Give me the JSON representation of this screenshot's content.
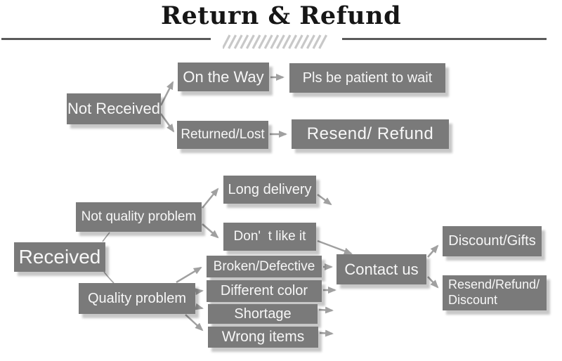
{
  "header": {
    "title": "Return & Refund"
  },
  "colors": {
    "box_gray": "#7a7a7a",
    "box_text": "#f7f7f7",
    "arrow_gray": "#a0a0a0",
    "divider_gray": "#5a5a5a",
    "hatch_gray": "#c8c8c8",
    "title_black": "#161616"
  },
  "flowchart": {
    "nodes": {
      "not_received": {
        "label": "Not Received"
      },
      "on_the_way": {
        "label": "On the Way"
      },
      "pls_wait": {
        "label": "Pls be patient to wait"
      },
      "returned_lost": {
        "label": "Returned/Lost"
      },
      "resend_refund": {
        "label": "Resend/ Refund"
      },
      "received": {
        "label": "Received"
      },
      "not_quality_problem": {
        "label": "Not quality problem"
      },
      "long_delivery": {
        "label": "Long delivery"
      },
      "dont_like_it": {
        "label": "Don'  t like it"
      },
      "quality_problem": {
        "label": "Quality problem"
      },
      "broken_defective": {
        "label": "Broken/Defective"
      },
      "different_color": {
        "label": "Different color"
      },
      "shortage": {
        "label": "Shortage"
      },
      "wrong_items": {
        "label": "Wrong items"
      },
      "contact_us": {
        "label": "Contact us"
      },
      "discount_gifts": {
        "label": "Discount/Gifts"
      },
      "resend_refund_discount": {
        "label": "Resend/Refund/ Discount"
      }
    },
    "edges": [
      {
        "from": "not_received",
        "to": "on_the_way"
      },
      {
        "from": "not_received",
        "to": "returned_lost"
      },
      {
        "from": "on_the_way",
        "to": "pls_wait"
      },
      {
        "from": "returned_lost",
        "to": "resend_refund"
      },
      {
        "from": "received",
        "to": "not_quality_problem"
      },
      {
        "from": "received",
        "to": "quality_problem"
      },
      {
        "from": "not_quality_problem",
        "to": "long_delivery"
      },
      {
        "from": "not_quality_problem",
        "to": "dont_like_it"
      },
      {
        "from": "long_delivery",
        "to": "contact_us",
        "style": "stub"
      },
      {
        "from": "dont_like_it",
        "to": "contact_us"
      },
      {
        "from": "quality_problem",
        "to": "broken_defective"
      },
      {
        "from": "quality_problem",
        "to": "different_color"
      },
      {
        "from": "quality_problem",
        "to": "shortage"
      },
      {
        "from": "quality_problem",
        "to": "wrong_items"
      },
      {
        "from": "broken_defective",
        "to": "contact_us"
      },
      {
        "from": "different_color",
        "to": "contact_us",
        "style": "stub"
      },
      {
        "from": "shortage",
        "to": "contact_us",
        "style": "stub"
      },
      {
        "from": "wrong_items",
        "to": "contact_us",
        "style": "stub"
      },
      {
        "from": "contact_us",
        "to": "discount_gifts"
      },
      {
        "from": "contact_us",
        "to": "resend_refund_discount"
      }
    ]
  }
}
